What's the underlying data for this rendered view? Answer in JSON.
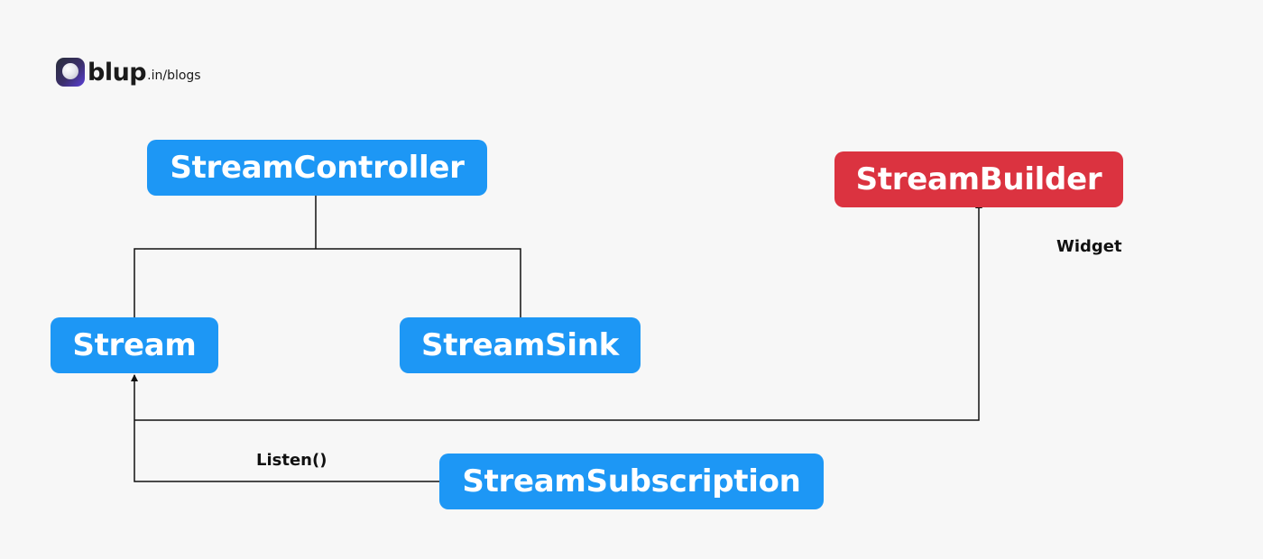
{
  "brand": {
    "logo_icon": "blup-logo-icon",
    "name": "blup",
    "suffix": ".in/blogs"
  },
  "diagram": {
    "nodes": {
      "stream_controller": "StreamController",
      "stream": "Stream",
      "stream_sink": "StreamSink",
      "stream_builder": "StreamBuilder",
      "stream_subscription": "StreamSubscription"
    },
    "labels": {
      "widget": "Widget",
      "listen": "Listen()"
    },
    "colors": {
      "node_blue": "#1d97f5",
      "node_red": "#db3340",
      "line": "#111111",
      "background": "#f7f7f7"
    }
  }
}
